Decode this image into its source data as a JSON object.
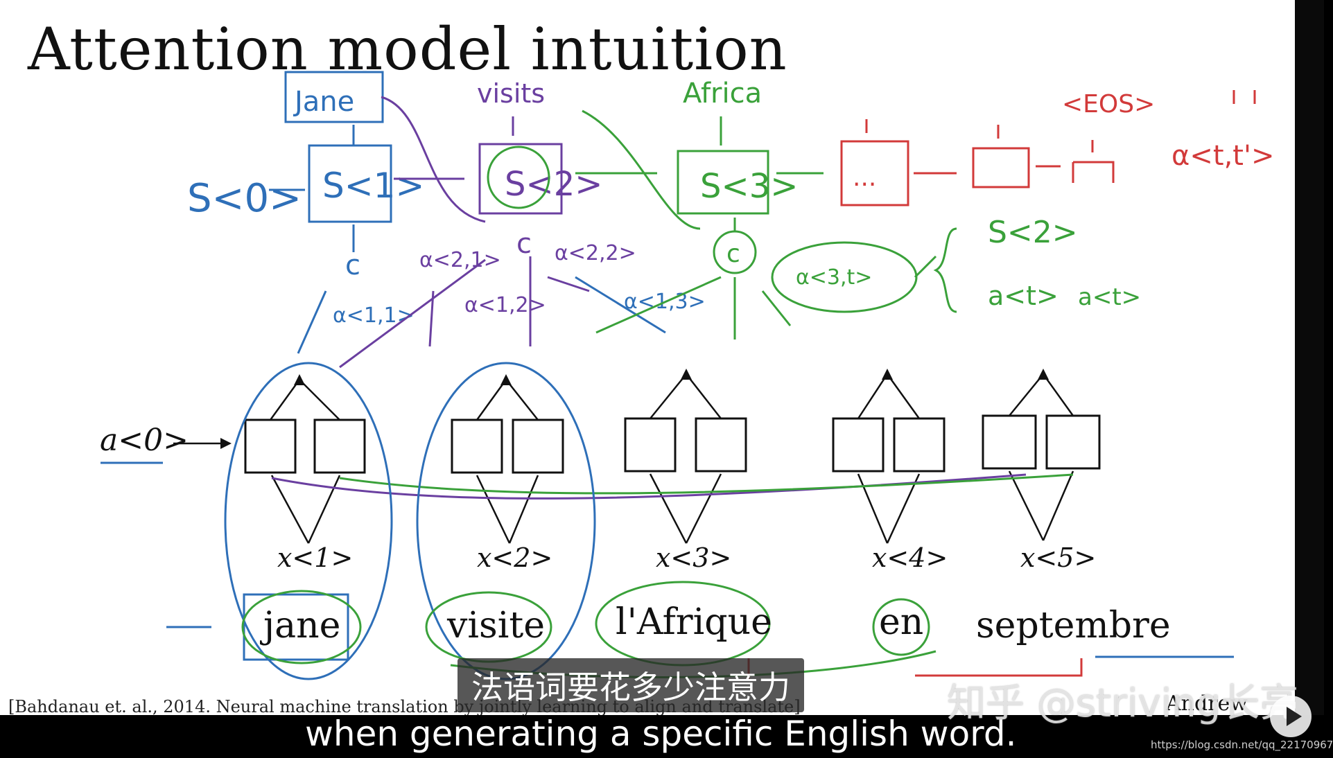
{
  "slide": {
    "title": "Attention model intuition",
    "citation": "[Bahdanau et. al., 2014. Neural machine translation by jointly learning to align and translate]",
    "author": "Andrew"
  },
  "diagram": {
    "outputs": [
      "Jane",
      "visits",
      "Africa",
      "<EOS>"
    ],
    "states": [
      "S<0>",
      "S<1>",
      "S<2>",
      "S<3>"
    ],
    "context_label": "c",
    "dots": "...",
    "alpha_labels": [
      "α<1,1>",
      "α<2,1>",
      "α<1,2>",
      "α<2,2>",
      "α<1,3>",
      "α<3,t>",
      "α<t,t'>"
    ],
    "activation_labels": [
      "S<2>",
      "a<t>",
      "a<t>"
    ],
    "initial_activation": "a<0>",
    "inputs": [
      "x<1>",
      "x<2>",
      "x<3>",
      "x<4>",
      "x<5>"
    ],
    "french_words": [
      "jane",
      "visite",
      "l'Afrique",
      "en",
      "septembre"
    ],
    "colors": {
      "blue": "#2e6fb8",
      "purple": "#6a3fa0",
      "green": "#3aa13a",
      "red": "#d23a3a"
    }
  },
  "subtitles": {
    "chinese": "法语词要花多少注意力",
    "english": "when generating a specific English word."
  },
  "overlay": {
    "watermark": "知乎 @striving长亮",
    "url": "https://blog.csdn.net/qq_22170967"
  }
}
